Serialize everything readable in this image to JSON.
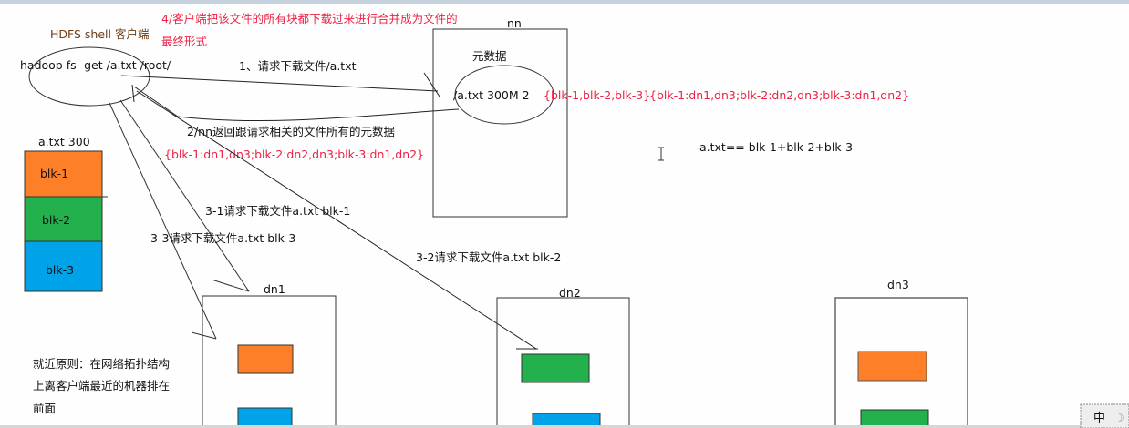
{
  "step4": {
    "line1": "4/客户端把该文件的所有块都下载过来进行合并成为文件的",
    "line2": "最终形式"
  },
  "client": {
    "title": "HDFS shell 客户端",
    "command": "hadoop  fs -get    /a.txt  /root/"
  },
  "step1": "1、请求下载文件/a.txt",
  "namenode": {
    "label": "nn",
    "metadata_title": "元数据",
    "entry": "/a.txt 300M 2",
    "blocks": "{blk-1,blk-2,blk-3}",
    "locations": "{blk-1:dn1,dn3;blk-2:dn2,dn3;blk-3:dn1,dn2}"
  },
  "step2": {
    "label": "2/nn返回跟请求相关的文件所有的元数据",
    "metadata": "{blk-1:dn1,dn3;blk-2:dn2,dn3;blk-3:dn1,dn2}"
  },
  "formula": "a.txt== blk-1+blk-2+blk-3",
  "file": {
    "label": "a.txt  300",
    "blocks": [
      {
        "name": "blk-1",
        "color": "#fd7f27"
      },
      {
        "name": "blk-2",
        "color": "#22b14c"
      },
      {
        "name": "blk-3",
        "color": "#00a2e8"
      }
    ]
  },
  "requests": {
    "r31": "3-1请求下载文件a.txt blk-1",
    "r33": "3-3请求下载文件a.txt blk-3",
    "r32": "3-2请求下载文件a.txt blk-2"
  },
  "datanodes": [
    {
      "label": "dn1"
    },
    {
      "label": "dn2"
    },
    {
      "label": "dn3"
    }
  ],
  "principle": {
    "line1": "就近原则：在网络拓扑结构",
    "line2": "上离客户端最近的机器排在",
    "line3": "前面"
  },
  "ime": {
    "mode": "中",
    "moon": "☽"
  },
  "colors": {
    "orange": "#fd7f27",
    "green": "#22b14c",
    "blue": "#00a2e8",
    "red": "#ee2244"
  }
}
